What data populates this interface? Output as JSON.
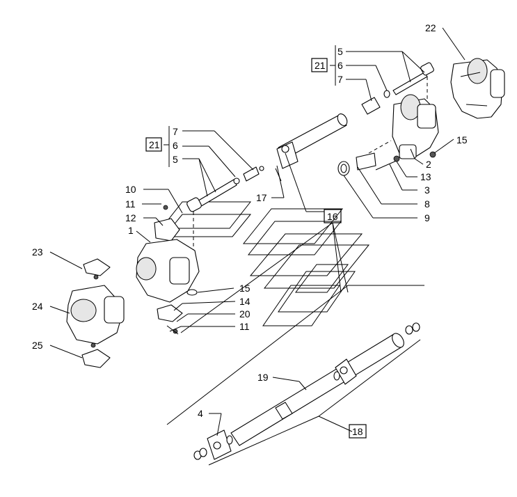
{
  "callouts": {
    "c1": "1",
    "c2": "2",
    "c3": "3",
    "c4": "4",
    "c5a": "5",
    "c5b": "5",
    "c6a": "6",
    "c6b": "6",
    "c7a": "7",
    "c7b": "7",
    "c8": "8",
    "c9": "9",
    "c10": "10",
    "c11a": "11",
    "c11b": "11",
    "c12": "12",
    "c13": "13",
    "c14": "14",
    "c15a": "15",
    "c15b": "15",
    "c16": "16",
    "c17": "17",
    "c18": "18",
    "c19": "19",
    "c20": "20",
    "c21a": "21",
    "c21b": "21",
    "c22": "22",
    "c23": "23",
    "c24": "24",
    "c25": "25"
  }
}
